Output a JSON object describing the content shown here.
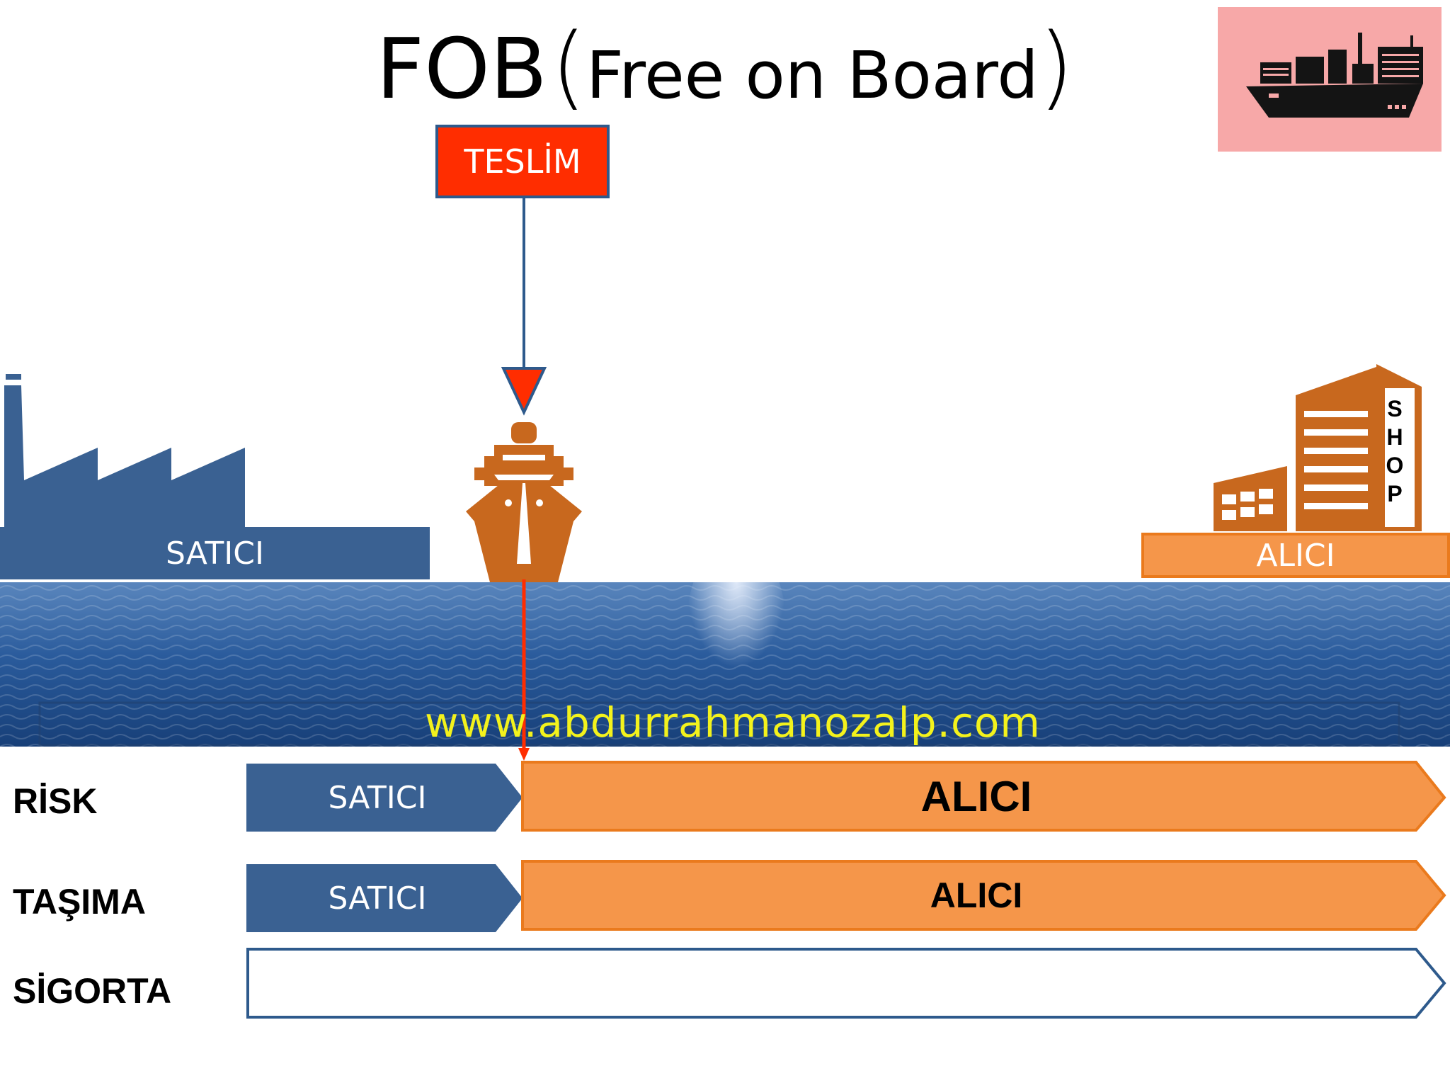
{
  "title": {
    "main": "FOB",
    "open_paren": "(",
    "sub": "Free on Board",
    "close_paren": ")"
  },
  "delivery_point": {
    "label": "TESLİM"
  },
  "seller_label": "SATICI",
  "buyer_label": "ALICI",
  "shop_letters": [
    "S",
    "H",
    "O",
    "P"
  ],
  "watermark": "www.abdurrahmanozalp.com",
  "rows": [
    {
      "label": "RİSK",
      "seller": "SATICI",
      "buyer": "ALICI"
    },
    {
      "label": "TAŞIMA",
      "seller": "SATICI",
      "buyer": "ALICI"
    },
    {
      "label": "SİGORTA"
    }
  ],
  "colors": {
    "seller": "#3a6192",
    "buyer": "#f5964a",
    "buyer_border": "#ea7a1d",
    "delivery": "#ff2d00",
    "ship": "#c8681e",
    "sea": "#24508f",
    "watermark": "#f3f21c"
  },
  "icons": {
    "factory": "factory-icon",
    "ship": "cargo-ship-front-icon",
    "shop": "shop-building-icon",
    "thumbnail": "container-ship-side-icon"
  }
}
